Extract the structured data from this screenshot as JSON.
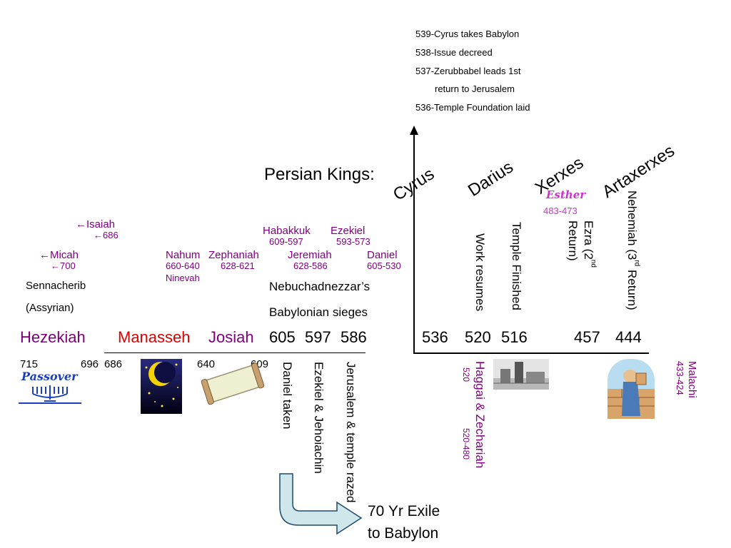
{
  "events_box": {
    "e1": "539-Cyrus takes Babylon",
    "e2": "538-Issue decreed",
    "e3": "537-Zerubbabel leads 1st",
    "e3b": "return to Jerusalem",
    "e4": "536-Temple Foundation laid"
  },
  "persian": {
    "label": "Persian Kings:",
    "kings": [
      "Cyrus",
      "Darius",
      "Xerxes",
      "Artaxerxes"
    ]
  },
  "esther": {
    "name": "Esther",
    "years": "483-473"
  },
  "prophets_left": {
    "isaiah": "←Isaiah",
    "isaiah_year": "←686",
    "micah": "←Micah",
    "micah_year": "←700",
    "sennacherib": "Sennacherib",
    "assyrian": "(Assyrian)"
  },
  "prophets_mid": {
    "nahum": "Nahum",
    "nahum_years": "660-640",
    "nineveh": "Ninevah",
    "zephaniah": "Zephaniah",
    "zephaniah_years": "628-621",
    "habakkuk": "Habakkuk",
    "habakkuk_years": "609-597",
    "ezekiel": "Ezekiel",
    "ezekiel_years": "593-573",
    "jeremiah": "Jeremiah",
    "jeremiah_years": "628-586",
    "daniel": "Daniel",
    "daniel_years": "605-530",
    "nebuchadnezzar": "Nebuchadnezzar’s",
    "sieges": "Babylonian sieges"
  },
  "kings": {
    "hezekiah": "Hezekiah",
    "manasseh": "Manasseh",
    "josiah": "Josiah"
  },
  "main_years": [
    "605",
    "597",
    "586",
    "536",
    "520",
    "516",
    "457",
    "444"
  ],
  "below_years": [
    "715",
    "696",
    "686",
    "640",
    "609"
  ],
  "passover": "Passover",
  "vertical": {
    "daniel_taken": "Daniel taken",
    "ezekiel_jehoiachin": "Ezekiel & Jehoiachin",
    "jerusalem_razed": "Jerusalem & temple razed",
    "work_resumes": "Work resumes",
    "temple_finished": "Temple Finished",
    "ezra_a": "Ezra (2",
    "ezra_sup": "nd",
    "ezra_b": "Return)",
    "nehemiah_a": "Nehemiah (3",
    "nehemiah_sup": "rd",
    "nehemiah_b": " Return)",
    "haggai": "Haggai & Zechariah",
    "haggai_year": "520",
    "haggai_years": "520-480",
    "malachi": "Malachi",
    "malachi_years": "433-424"
  },
  "exile": {
    "line1": "70 Yr Exile",
    "line2": "to Babylon"
  },
  "colors": {
    "purple": "#800080",
    "red": "#e00000",
    "pink": "#cc33cc",
    "arrow_fill": "#cfe6ea"
  }
}
